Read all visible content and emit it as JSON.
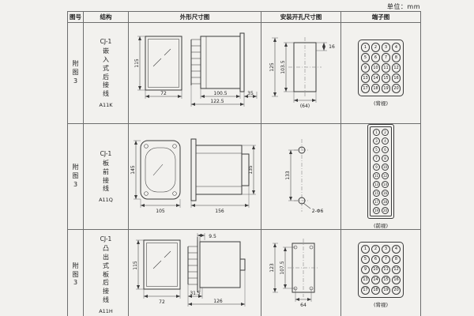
{
  "unit_label": "单位：mm",
  "header": {
    "fig_no": "图号",
    "structure": "结构",
    "outline": "外形尺寸图",
    "install": "安装开孔尺寸图",
    "terminal": "端子图"
  },
  "rows": [
    {
      "fig_no": "附图3",
      "model": "CJ-1",
      "mount": "嵌入式后接线",
      "code": "A11K",
      "outline": {
        "height": "115",
        "width": "72",
        "len_inner": "100.5",
        "len_total": "122.5",
        "depth": "35"
      },
      "install": {
        "v_inner": "103.5",
        "v_outer": "125",
        "w_open": "(64)",
        "edge": "16"
      },
      "terminal": {
        "view": "(背视)",
        "cols": 4,
        "numbers": [
          1,
          2,
          3,
          4,
          5,
          6,
          7,
          8,
          9,
          10,
          11,
          12,
          13,
          14,
          15,
          16,
          17,
          18,
          19,
          20
        ]
      }
    },
    {
      "fig_no": "附图3",
      "model": "CJ-1",
      "mount": "板前接线",
      "code": "A11Q",
      "outline": {
        "height": "145",
        "width": "105",
        "len_total": "156",
        "body_h": "135"
      },
      "install": {
        "hole_span": "133",
        "holes": "2-Φ6"
      },
      "terminal": {
        "view": "(前视)",
        "cols": 2,
        "numbers": [
          1,
          2,
          3,
          4,
          5,
          6,
          7,
          8,
          9,
          10,
          11,
          12,
          13,
          14,
          15,
          16,
          17,
          18,
          19,
          20
        ]
      }
    },
    {
      "fig_no": "附图3",
      "model": "CJ-1",
      "mount": "凸出式板后接线",
      "code": "A11H",
      "outline": {
        "height": "115",
        "width": "72",
        "pin": "9.5",
        "len_front": "31.5",
        "len_total": "126"
      },
      "install": {
        "v_inner": "107.5",
        "v_outer": "123",
        "w_span": "64"
      },
      "terminal": {
        "view": "(背视)",
        "cols": 4,
        "numbers": [
          1,
          2,
          3,
          4,
          5,
          6,
          7,
          8,
          9,
          10,
          11,
          12,
          13,
          14,
          15,
          16,
          17,
          18,
          19,
          20
        ]
      }
    }
  ]
}
